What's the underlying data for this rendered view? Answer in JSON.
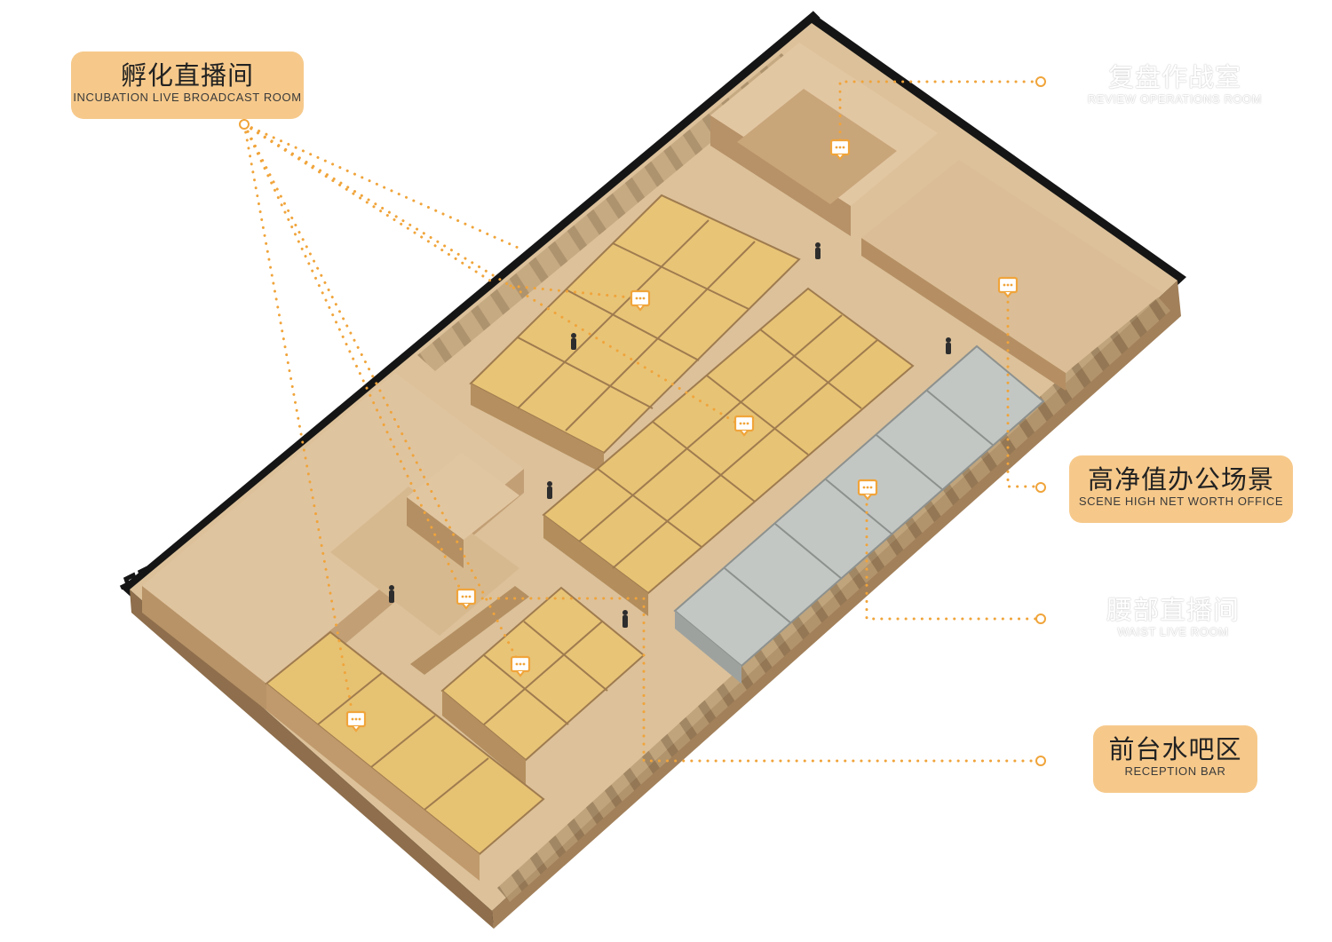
{
  "labels": {
    "incubation": {
      "zh": "孵化直播间",
      "en": "INCUBATION LIVE BROADCAST ROOM"
    },
    "review": {
      "zh": "复盘作战室",
      "en": "REVIEW OPERATIONS ROOM"
    },
    "highnet": {
      "zh": "高净值办公场景",
      "en": "SCENE HIGH NET WORTH OFFICE"
    },
    "waist": {
      "zh": "腰部直播间",
      "en": "WAIST LIVE ROOM"
    },
    "reception": {
      "zh": "前台水吧区",
      "en": "RECEPTION BAR"
    }
  },
  "colors": {
    "label_fill": "#f6c98b",
    "leader_dots": "#f0a43a",
    "wood_light": "#e3c7a0",
    "wood_mid": "#d2ae80",
    "wood_dark": "#a88459",
    "booth_yellow": "#e9c477",
    "booth_grey": "#c2c6c3",
    "wall_black": "#151515"
  },
  "icons": [
    "speech-bubble-icon",
    "person-figure-icon"
  ]
}
